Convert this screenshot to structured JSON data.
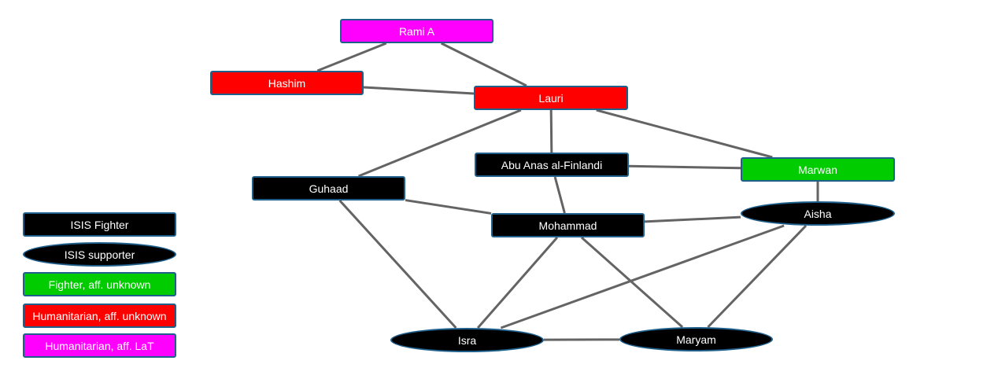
{
  "colors": {
    "isis_fighter": "#000000",
    "isis_supporter": "#000000",
    "fighter_unknown": "#00cc00",
    "humanitarian_unknown": "#ff0000",
    "humanitarian_lat": "#ff00ff",
    "edge": "#646464",
    "border": "#1f5f8b"
  },
  "nodes": {
    "rami": "Rami A",
    "hashim": "Hashim",
    "lauri": "Lauri",
    "abu_anas": "Abu Anas al-Finlandi",
    "marwan": "Marwan",
    "guhaad": "Guhaad",
    "mohammad": "Mohammad",
    "aisha": "Aisha",
    "isra": "Isra",
    "maryam": "Maryam"
  },
  "edges": [
    [
      "rami",
      "hashim"
    ],
    [
      "rami",
      "lauri"
    ],
    [
      "hashim",
      "lauri"
    ],
    [
      "lauri",
      "guhaad"
    ],
    [
      "lauri",
      "abu_anas"
    ],
    [
      "lauri",
      "marwan"
    ],
    [
      "abu_anas",
      "marwan"
    ],
    [
      "abu_anas",
      "mohammad"
    ],
    [
      "marwan",
      "aisha"
    ],
    [
      "guhaad",
      "mohammad"
    ],
    [
      "guhaad",
      "isra"
    ],
    [
      "mohammad",
      "aisha"
    ],
    [
      "mohammad",
      "isra"
    ],
    [
      "mohammad",
      "maryam"
    ],
    [
      "aisha",
      "isra"
    ],
    [
      "aisha",
      "maryam"
    ],
    [
      "isra",
      "maryam"
    ]
  ],
  "legend": {
    "isis_fighter": "ISIS Fighter",
    "isis_supporter": "ISIS supporter",
    "fighter_unknown": "Fighter, aff. unknown",
    "humanitarian_unknown": "Humanitarian, aff. unknown",
    "humanitarian_lat": "Humanitarian, aff. LaT"
  }
}
